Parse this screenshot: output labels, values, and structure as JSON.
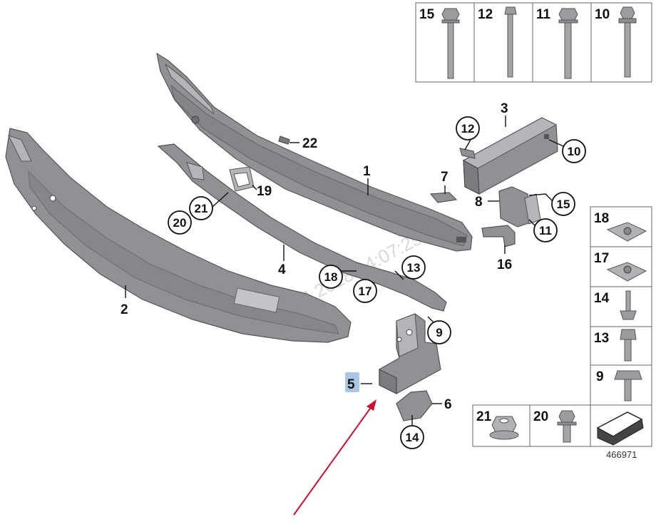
{
  "diagram": {
    "watermark": "04.2018 14:07:25",
    "reference_number": "466971",
    "highlight_color": "#a9c7e3",
    "arrow_color": "#c8102e",
    "callouts": {
      "c1": "1",
      "c2": "2",
      "c3": "3",
      "c4": "4",
      "c5": "5",
      "c6": "6",
      "c7": "7",
      "c8": "8",
      "c9": "9",
      "c10": "10",
      "c11": "11",
      "c12": "12",
      "c13": "13",
      "c14": "14",
      "c15": "15",
      "c16": "16",
      "c17": "17",
      "c18": "18",
      "c19": "19",
      "c20": "20",
      "c21": "21",
      "c22": "22"
    },
    "fastener_table_top": [
      "15",
      "12",
      "11",
      "10"
    ],
    "fastener_table_right": [
      "18",
      "17",
      "14",
      "13",
      "9"
    ],
    "fastener_table_bottom": [
      "21",
      "20"
    ]
  }
}
